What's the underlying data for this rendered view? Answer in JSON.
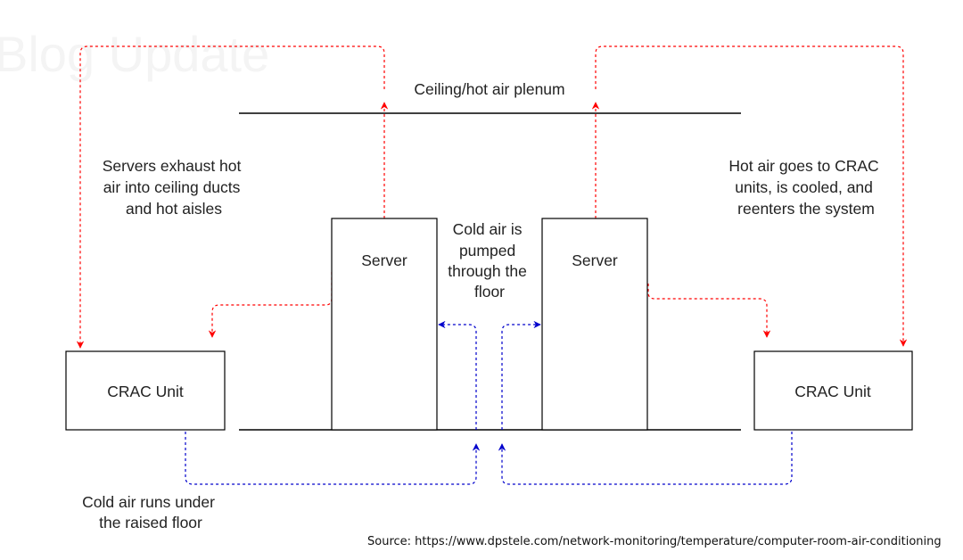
{
  "diagram": {
    "watermark": "Blog Update",
    "ceiling_label": "Ceiling/hot air plenum",
    "server_left": "Server",
    "server_right": "Server",
    "crac_left": "CRAC Unit",
    "crac_right": "CRAC Unit",
    "left_note": [
      "Servers exhaust hot",
      "air into ceiling ducts",
      "and hot aisles"
    ],
    "right_note": [
      "Hot air goes to CRAC",
      "units, is cooled, and",
      "reenters the system"
    ],
    "center_note": [
      "Cold air is",
      "pumped",
      "through the",
      "floor"
    ],
    "bottom_note": [
      "Cold air runs under",
      "the raised floor"
    ],
    "source": "Source: https://www.dpstele.com/network-monitoring/temperature/computer-room-air-conditioning"
  },
  "colors": {
    "hot_air": "#ff0000",
    "cold_air": "#0000cc"
  }
}
